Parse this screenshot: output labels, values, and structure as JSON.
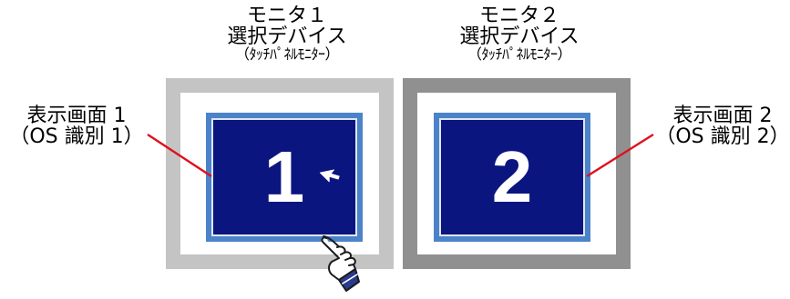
{
  "monitor_1": {
    "title": "モニタ１",
    "subtitle": "選択デバイス",
    "device_type": "（ﾀｯﾁﾊﾟﾈﾙﾓﾆﾀｰ）",
    "screen_number": "1"
  },
  "monitor_2": {
    "title": "モニタ２",
    "subtitle": "選択デバイス",
    "device_type": "（ﾀｯﾁﾊﾟﾈﾙﾓﾆﾀｰ）",
    "screen_number": "2"
  },
  "display_1": {
    "label": "表示画面 1",
    "os_id": "（OS 識別 1）"
  },
  "display_2": {
    "label": "表示画面 2",
    "os_id": "（OS 識別 2）"
  },
  "icons": {
    "cursor": "arrow-cursor-icon",
    "touch": "pointing-hand-icon"
  },
  "colors": {
    "screen_fill": "#0b1580",
    "screen_border": "#4c83c8",
    "frame_selected": "#c4c4c4",
    "frame_other": "#909090",
    "leader_line": "#e0101c"
  }
}
